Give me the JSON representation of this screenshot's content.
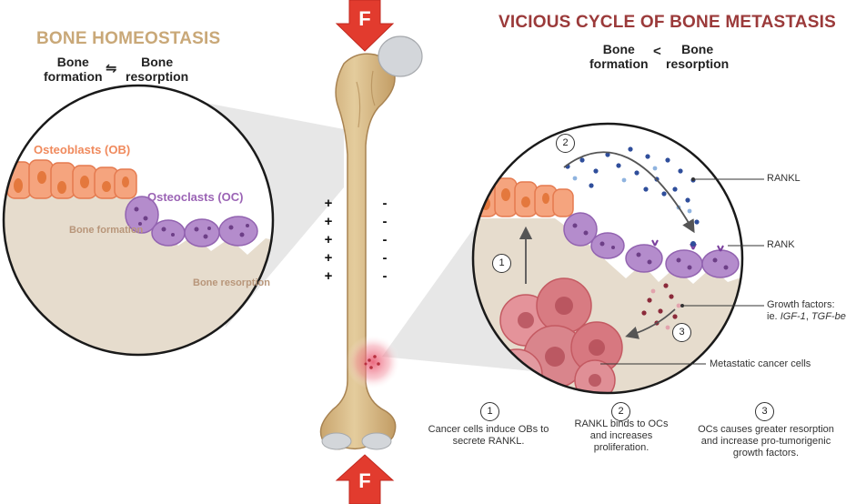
{
  "left": {
    "title": "BONE HOMEOSTASIS",
    "formation": [
      "Bone",
      "formation"
    ],
    "relation": "⇋",
    "resorption": [
      "Bone",
      "resorption"
    ],
    "osteoblasts_label": "Osteoblasts (OB)",
    "osteoclasts_label": "Osteoclasts (OC)",
    "bone_formation_label": "Bone formation",
    "bone_resorption_label": "Bone resorption"
  },
  "center": {
    "force_label_top": "F",
    "force_label_bottom": "F",
    "plus_signs": [
      "+",
      "+",
      "+",
      "+",
      "+"
    ],
    "minus_signs": [
      "-",
      "-",
      "-",
      "-",
      "-"
    ]
  },
  "right": {
    "title": "VICIOUS CYCLE OF BONE METASTASIS",
    "formation": [
      "Bone",
      "formation"
    ],
    "relation": "<",
    "resorption": [
      "Bone",
      "resorption"
    ],
    "callouts": {
      "rankl": "RANKL",
      "rank": "RANK",
      "growth_factors": "Growth factors:",
      "growth_factors_examples": [
        "ie. ",
        "IGF-1",
        ", ",
        "TGF-beta"
      ],
      "metastatic": "Metastatic cancer cells"
    },
    "cycle_numbers": [
      "1",
      "2",
      "3"
    ],
    "steps": [
      {
        "number": "1",
        "text": "Cancer cells induce OBs to secrete RANKL."
      },
      {
        "number": "2",
        "text": "RANKL binds to OCs and increases proliferation."
      },
      {
        "number": "3",
        "text": "OCs causes greater resorption and increase pro-tumorigenic growth factors."
      }
    ]
  },
  "colors": {
    "left_title": "#c9a878",
    "right_title": "#9b3a3a",
    "osteoblast": "#f5a47e",
    "osteoclast": "#b48ccc",
    "bone": "#dfc79a",
    "matrix": "#e6dccd",
    "force_arrow": "#e23b2e",
    "cancer": "#d87b82"
  },
  "icons": {
    "force_top": "red-down-arrow-icon",
    "force_bottom": "red-up-arrow-icon"
  }
}
